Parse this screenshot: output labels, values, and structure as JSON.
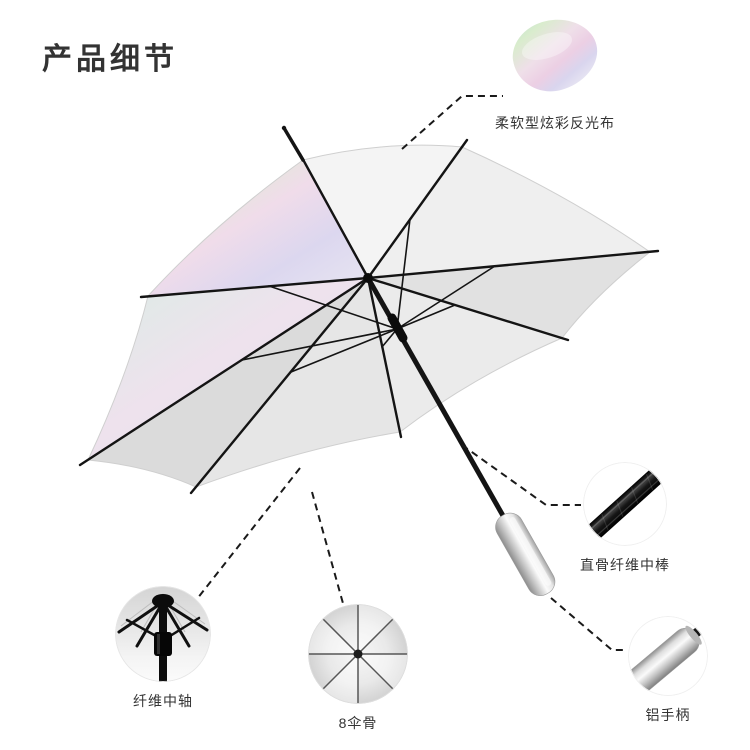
{
  "page": {
    "title": "产品细节"
  },
  "callouts": {
    "fabric": {
      "label": "柔软型炫彩反光布"
    },
    "pole": {
      "label": "直骨纤维中棒"
    },
    "handle": {
      "label": "铝手柄"
    },
    "axis": {
      "label": "纤维中轴"
    },
    "ribs": {
      "label": "8伞骨"
    }
  },
  "product": {
    "item": "umbrella",
    "rib_count": 8
  },
  "colors": {
    "background": "#ffffff",
    "title_text": "#333333",
    "label_text": "#333333",
    "frame_black": "#141414",
    "canopy_silver": "#e6e6e6",
    "handle_silver": "#c9c9c9",
    "iridescent_tints": [
      "#cdeedd",
      "#f2dcec",
      "#ddd8f0",
      "#efeadb"
    ]
  }
}
